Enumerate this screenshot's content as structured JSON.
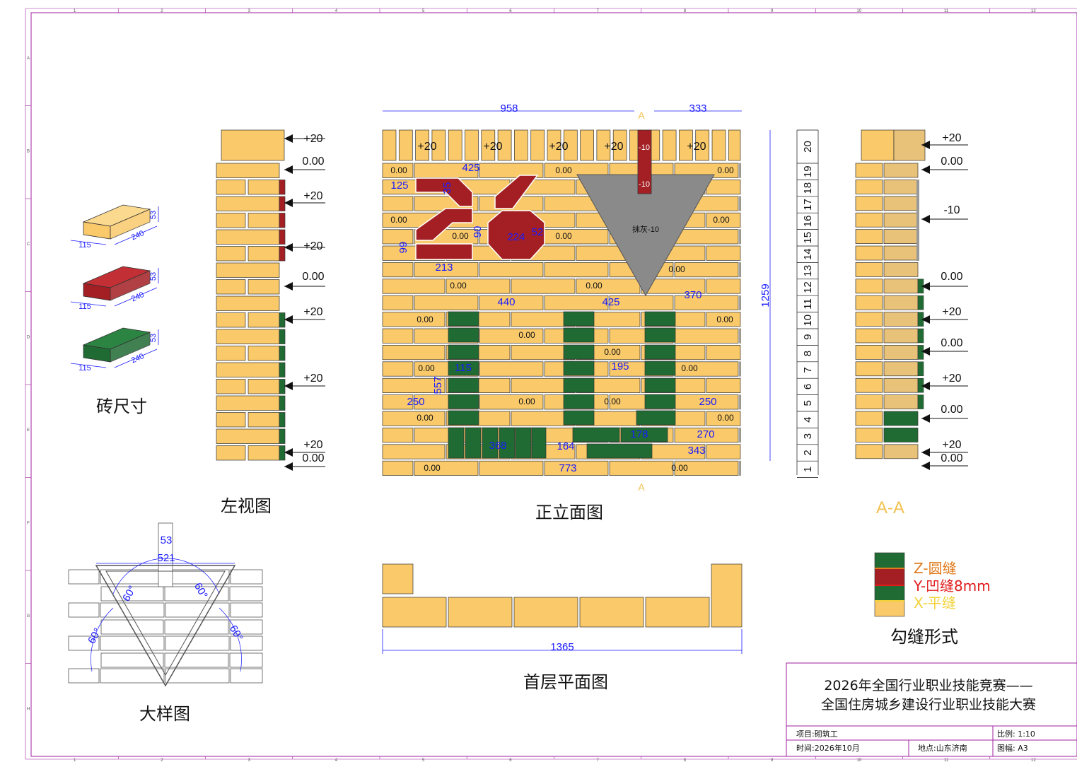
{
  "captions": {
    "brick_size": "砖尺寸",
    "left_view": "左视图",
    "front_view": "正立面图",
    "section": "A-A",
    "detail": "大样图",
    "plan": "首层平面图",
    "joint_types": "勾缝形式"
  },
  "brick_dims": {
    "length": "240",
    "width": "115",
    "height": "53"
  },
  "brick_colors": {
    "yellow": "#f9c96a",
    "red": "#a31f24",
    "green": "#1f6b33",
    "mortar": "#8a8a8a"
  },
  "legend": [
    {
      "code": "Z-圆缝",
      "color": "#e07a1b"
    },
    {
      "code": "Y-凹缝8mm",
      "color": "#e01b1b"
    },
    {
      "code": "X-平缝",
      "color": "#f2d23b"
    }
  ],
  "front": {
    "top_dims": [
      "958",
      "333"
    ],
    "right_dim": "1259",
    "marker": "A",
    "plaster": "抹灰-10",
    "row_numbers": [
      "20",
      "19",
      "18",
      "17",
      "16",
      "15",
      "14",
      "13",
      "12",
      "11",
      "10",
      "9",
      "8",
      "7",
      "6",
      "5",
      "4",
      "3",
      "2",
      "1"
    ],
    "inner_dims": [
      "425",
      "125",
      "35",
      "213",
      "99",
      "90",
      "224",
      "52",
      "440",
      "425",
      "370",
      "557",
      "115",
      "195",
      "250",
      "250",
      "368",
      "164",
      "178",
      "270",
      "343",
      "773"
    ],
    "top_row_labels": [
      "+20",
      "+20",
      "+20",
      "+20",
      "+20"
    ],
    "minus_10": "-10",
    "zero": "0.00"
  },
  "left_view": {
    "levels": [
      "+20",
      "0.00",
      "+20",
      "+20",
      "0.00",
      "+20",
      "+20",
      "+20",
      "0.00"
    ]
  },
  "section_view": {
    "levels": [
      "+20",
      "0.00",
      "-10",
      "0.00",
      "+20",
      "0.00",
      "+20",
      "0.00",
      "+20",
      "0.00"
    ]
  },
  "detail": {
    "d53": "53",
    "d521": "521",
    "angle": "60°"
  },
  "plan": {
    "dim": "1365"
  },
  "title_block": {
    "line1": "2026年全国行业职业技能竞赛——",
    "line2": "全国住房城乡建设行业职业技能大赛",
    "project": "项目:砌筑工",
    "scale": "比例: 1:10",
    "time": "时间:2026年10月",
    "place": "地点:山东济南",
    "sheet": "图幅: A3"
  },
  "grid_numbers": [
    "1",
    "2",
    "3",
    "4",
    "5",
    "6",
    "7",
    "8",
    "9",
    "10",
    "11",
    "12"
  ],
  "grid_letters": [
    "A",
    "B",
    "C",
    "D",
    "E",
    "F",
    "G",
    "H"
  ]
}
